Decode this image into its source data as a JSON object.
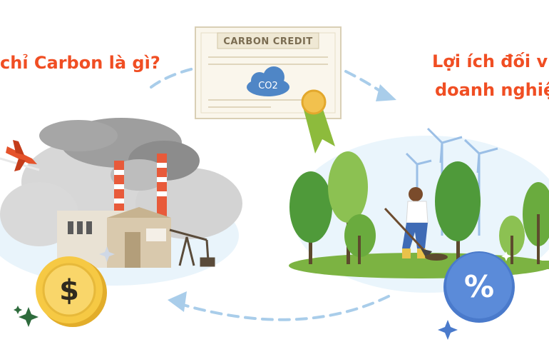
{
  "headlines": {
    "left": "chỉ Carbon là gì?",
    "right_line1": "Lợi ích đối v",
    "right_line2": "doanh nghiệ"
  },
  "certificate": {
    "title": "CARBON CREDIT",
    "badge": "CO2"
  },
  "coin": {
    "symbol": "$"
  },
  "percent_badge": {
    "symbol": "%"
  },
  "colors": {
    "headline": "#f04e23",
    "arrow": "#a9cdea",
    "coin": "#f6c944",
    "percent_badge": "#5b8bd9",
    "cloud_badge": "#4f86c6",
    "tree_green": "#67a83c",
    "smoke": "#8c8c8c"
  }
}
